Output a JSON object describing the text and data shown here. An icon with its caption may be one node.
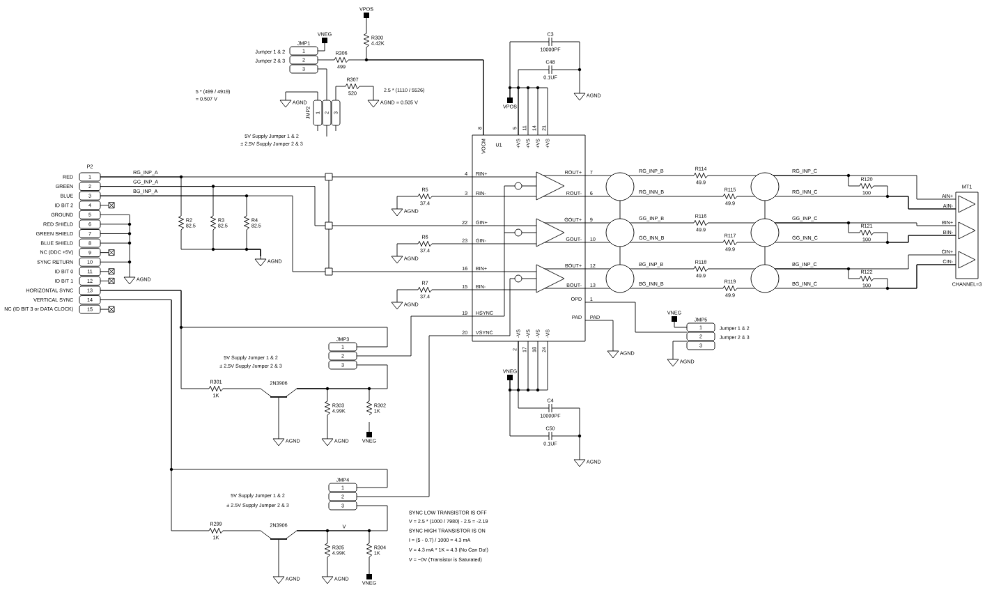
{
  "diagram": {
    "nodes": [
      {
        "text": [
          "VPOS"
        ]
      },
      {
        "text": [
          "R300",
          "4.42K"
        ]
      },
      {
        "text": [
          "JMP1",
          "1",
          "2",
          "3"
        ],
        "beside": [
          "Jumper 1 & 2",
          "Jumper 2 & 3"
        ]
      },
      {
        "text": [
          "VNEG"
        ]
      },
      {
        "text": [
          "R306",
          "499"
        ]
      },
      {
        "text": [
          "JMP2",
          "1",
          "2",
          "3"
        ]
      },
      {
        "text": [
          "AGND"
        ]
      },
      {
        "text": [
          "R307",
          "520"
        ]
      },
      {
        "text": [
          "AGND"
        ]
      },
      {
        "text": [
          "P2",
          "1",
          "2",
          "3",
          "4",
          "5",
          "6",
          "7",
          "8",
          "9",
          "10",
          "11",
          "12",
          "13",
          "14",
          "15"
        ],
        "beside": [
          "RED",
          "GREEN",
          "BLUE",
          "ID BIT 2",
          "GROUND",
          "RED SHIELD",
          "GREEN SHIELD",
          "BLUE SHIELD",
          "NC (DDC +5V)",
          "SYNC RETURN",
          "ID BIT 0",
          "ID BIT 1",
          "HORIZONTAL SYNC",
          "VERTICAL SYNC",
          "NC (ID BIT 3 or DATA CLOCK)"
        ]
      },
      {
        "text": [
          "R2",
          "82.5"
        ]
      },
      {
        "text": [
          "R3",
          "82.5"
        ]
      },
      {
        "text": [
          "R4",
          "82.5"
        ]
      },
      {
        "text": [
          "AGND"
        ]
      },
      {
        "text": [
          "AGND"
        ]
      },
      {
        "text": [
          "U1",
          "VOCM",
          "8",
          "4",
          "RIN+",
          "3",
          "RIN-",
          "22",
          "GIN+",
          "23",
          "GIN-",
          "16",
          "BIN+",
          "15",
          "BIN-",
          "19",
          "HSYNC",
          "20",
          "VSYNC",
          "ROUT+",
          "7",
          "ROUT-",
          "6",
          "GOUT+",
          "9",
          "GOUT-",
          "10",
          "BOUT+",
          "12",
          "BOUT-",
          "13",
          "OPD",
          "1",
          "PAD",
          "PAD",
          "+VS",
          "5",
          "+VS",
          "11",
          "+VS",
          "14",
          "+VS",
          "21",
          "-VS",
          "2",
          "-VS",
          "17",
          "-VS",
          "18",
          "-VS",
          "24"
        ]
      },
      {
        "text": [
          "R5",
          "37.4"
        ]
      },
      {
        "text": [
          "AGND"
        ]
      },
      {
        "text": [
          "R6",
          "37.4"
        ]
      },
      {
        "text": [
          "AGND"
        ]
      },
      {
        "text": [
          "R7",
          "37.4"
        ]
      },
      {
        "text": [
          "AGND"
        ]
      },
      {
        "text": [
          "C3",
          "10000PF"
        ]
      },
      {
        "text": [
          "C48",
          "0.1UF"
        ]
      },
      {
        "text": [
          "VPOS"
        ]
      },
      {
        "text": [
          "AGND"
        ]
      },
      {
        "text": [],
        "shape": "circle"
      },
      {
        "text": [],
        "shape": "circle"
      },
      {
        "text": [],
        "shape": "circle"
      },
      {
        "text": [],
        "shape": "circle"
      },
      {
        "text": [],
        "shape": "circle"
      },
      {
        "text": [],
        "shape": "circle"
      },
      {
        "text": [
          "R114",
          "49.9"
        ]
      },
      {
        "text": [
          "R115",
          "49.9"
        ]
      },
      {
        "text": [
          "R116",
          "49.9"
        ]
      },
      {
        "text": [
          "R117",
          "49.9"
        ]
      },
      {
        "text": [
          "R118",
          "49.9"
        ]
      },
      {
        "text": [
          "R119",
          "49.9"
        ]
      },
      {
        "text": [
          "R120",
          "100"
        ]
      },
      {
        "text": [
          "R121",
          "100"
        ]
      },
      {
        "text": [
          "R122",
          "100"
        ]
      },
      {
        "text": [
          "MT1",
          "AIN+",
          "AIN-",
          "BIN+",
          "BIN-",
          "CIN+",
          "CIN-",
          "CHANNEL=3"
        ]
      },
      {
        "text": [
          "JMP5",
          "1",
          "2",
          "3"
        ],
        "beside": [
          "Jumper 1 & 2",
          "Jumper 2 & 3"
        ]
      },
      {
        "text": [
          "VNEG"
        ]
      },
      {
        "text": [
          "AGND"
        ]
      },
      {
        "text": [
          "AGND"
        ]
      },
      {
        "text": [
          "VNEG"
        ]
      },
      {
        "text": [
          "C4",
          "10000PF"
        ]
      },
      {
        "text": [
          "C50",
          "0.1UF"
        ]
      },
      {
        "text": [
          "AGND"
        ]
      },
      {
        "text": [
          "JMP3",
          "1",
          "2",
          "3"
        ]
      },
      {
        "text": [
          "R301",
          "1K"
        ]
      },
      {
        "text": [
          "2N3906"
        ]
      },
      {
        "text": [
          "R303",
          "4.99K"
        ]
      },
      {
        "text": [
          "R302",
          "1K"
        ]
      },
      {
        "text": [
          "AGND"
        ]
      },
      {
        "text": [
          "AGND"
        ]
      },
      {
        "text": [
          "VNEG"
        ]
      },
      {
        "text": [
          "JMP4",
          "1",
          "2",
          "3"
        ]
      },
      {
        "text": [
          "R299",
          "1K"
        ]
      },
      {
        "text": [
          "2N3906"
        ]
      },
      {
        "text": [
          "R305",
          "4.99K"
        ]
      },
      {
        "text": [
          "R304",
          "1K"
        ]
      },
      {
        "text": [
          "AGND"
        ]
      },
      {
        "text": [
          "AGND"
        ]
      },
      {
        "text": [
          "VNEG"
        ]
      }
    ],
    "edges": [
      {
        "from": 0,
        "to": 1,
        "arrow": "none"
      },
      {
        "from": 1,
        "to": 15,
        "arrow": "none"
      },
      {
        "from": 2,
        "to": 4,
        "arrow": "none"
      },
      {
        "from": 4,
        "to": 15,
        "arrow": "none"
      },
      {
        "from": 3,
        "to": 2,
        "arrow": "none"
      },
      {
        "from": 2,
        "to": 5,
        "arrow": "none"
      },
      {
        "from": 5,
        "to": 6,
        "arrow": "none"
      },
      {
        "from": 5,
        "to": 7,
        "arrow": "none"
      },
      {
        "from": 7,
        "to": 8,
        "arrow": "none"
      },
      {
        "from": 9,
        "to": 15,
        "arrow": "none",
        "label": "RG_INP_A"
      },
      {
        "from": 9,
        "to": 15,
        "arrow": "none",
        "label": "GG_INP_A"
      },
      {
        "from": 9,
        "to": 15,
        "arrow": "none",
        "label": "BG_INP_A"
      },
      {
        "from": 9,
        "to": 10,
        "arrow": "none"
      },
      {
        "from": 9,
        "to": 11,
        "arrow": "none"
      },
      {
        "from": 9,
        "to": 12,
        "arrow": "none"
      },
      {
        "from": 10,
        "to": 13,
        "arrow": "none"
      },
      {
        "from": 11,
        "to": 13,
        "arrow": "none"
      },
      {
        "from": 12,
        "to": 13,
        "arrow": "none"
      },
      {
        "from": 9,
        "to": 14,
        "arrow": "none"
      },
      {
        "from": 16,
        "to": 15,
        "arrow": "none"
      },
      {
        "from": 16,
        "to": 17,
        "arrow": "none"
      },
      {
        "from": 18,
        "to": 15,
        "arrow": "none"
      },
      {
        "from": 18,
        "to": 19,
        "arrow": "none"
      },
      {
        "from": 20,
        "to": 15,
        "arrow": "none"
      },
      {
        "from": 20,
        "to": 21,
        "arrow": "none"
      },
      {
        "from": 24,
        "to": 15,
        "arrow": "none"
      },
      {
        "from": 24,
        "to": 22,
        "arrow": "none"
      },
      {
        "from": 22,
        "to": 25,
        "arrow": "none"
      },
      {
        "from": 15,
        "to": 23,
        "arrow": "none"
      },
      {
        "from": 23,
        "to": 25,
        "arrow": "none"
      },
      {
        "from": 46,
        "to": 15,
        "arrow": "none"
      },
      {
        "from": 15,
        "to": 47,
        "arrow": "none"
      },
      {
        "from": 47,
        "to": 49,
        "arrow": "none"
      },
      {
        "from": 46,
        "to": 48,
        "arrow": "none"
      },
      {
        "from": 48,
        "to": 49,
        "arrow": "none"
      },
      {
        "from": 15,
        "to": 26,
        "arrow": "none"
      },
      {
        "from": 15,
        "to": 26,
        "arrow": "none"
      },
      {
        "from": 26,
        "to": 32,
        "arrow": "none",
        "label": "RG_INP_B"
      },
      {
        "from": 32,
        "to": 29,
        "arrow": "none"
      },
      {
        "from": 26,
        "to": 33,
        "arrow": "none",
        "label": "RG_INN_B"
      },
      {
        "from": 33,
        "to": 29,
        "arrow": "none"
      },
      {
        "from": 29,
        "to": 41,
        "arrow": "none",
        "label": "RG_INP_C"
      },
      {
        "from": 29,
        "to": 41,
        "arrow": "none",
        "label": "RG_INN_C"
      },
      {
        "from": 29,
        "to": 38,
        "arrow": "none"
      },
      {
        "from": 38,
        "to": 41,
        "arrow": "none"
      },
      {
        "from": 15,
        "to": 27,
        "arrow": "none"
      },
      {
        "from": 15,
        "to": 27,
        "arrow": "none"
      },
      {
        "from": 27,
        "to": 34,
        "arrow": "none",
        "label": "GG_INP_B"
      },
      {
        "from": 34,
        "to": 30,
        "arrow": "none"
      },
      {
        "from": 27,
        "to": 35,
        "arrow": "none",
        "label": "GG_INN_B"
      },
      {
        "from": 35,
        "to": 30,
        "arrow": "none"
      },
      {
        "from": 30,
        "to": 41,
        "arrow": "none",
        "label": "GG_INP_C"
      },
      {
        "from": 30,
        "to": 41,
        "arrow": "none",
        "label": "GG_INN_C"
      },
      {
        "from": 30,
        "to": 39,
        "arrow": "none"
      },
      {
        "from": 39,
        "to": 41,
        "arrow": "none"
      },
      {
        "from": 15,
        "to": 28,
        "arrow": "none"
      },
      {
        "from": 15,
        "to": 28,
        "arrow": "none"
      },
      {
        "from": 28,
        "to": 36,
        "arrow": "none",
        "label": "BG_INP_B"
      },
      {
        "from": 36,
        "to": 31,
        "arrow": "none"
      },
      {
        "from": 28,
        "to": 37,
        "arrow": "none",
        "label": "BG_INN_B"
      },
      {
        "from": 37,
        "to": 31,
        "arrow": "none"
      },
      {
        "from": 31,
        "to": 41,
        "arrow": "none",
        "label": "BG_INP_C"
      },
      {
        "from": 31,
        "to": 41,
        "arrow": "none",
        "label": "BG_INN_C"
      },
      {
        "from": 31,
        "to": 40,
        "arrow": "none"
      },
      {
        "from": 40,
        "to": 41,
        "arrow": "none"
      },
      {
        "from": 26,
        "to": 27,
        "arrow": "none"
      },
      {
        "from": 27,
        "to": 28,
        "arrow": "none"
      },
      {
        "from": 29,
        "to": 30,
        "arrow": "none"
      },
      {
        "from": 30,
        "to": 31,
        "arrow": "none"
      },
      {
        "from": 15,
        "to": 42,
        "arrow": "none"
      },
      {
        "from": 43,
        "to": 42,
        "arrow": "none"
      },
      {
        "from": 42,
        "to": 44,
        "arrow": "none"
      },
      {
        "from": 15,
        "to": 45,
        "arrow": "none"
      },
      {
        "from": 9,
        "to": 50,
        "arrow": "none"
      },
      {
        "from": 9,
        "to": 51,
        "arrow": "none"
      },
      {
        "from": 51,
        "to": 52,
        "arrow": "none"
      },
      {
        "from": 52,
        "to": 50,
        "arrow": "none"
      },
      {
        "from": 50,
        "to": 15,
        "arrow": "none"
      },
      {
        "from": 52,
        "to": 53,
        "arrow": "none"
      },
      {
        "from": 52,
        "to": 54,
        "arrow": "none"
      },
      {
        "from": 53,
        "to": 56,
        "arrow": "none"
      },
      {
        "from": 54,
        "to": 57,
        "arrow": "none"
      },
      {
        "from": 52,
        "to": 55,
        "arrow": "none"
      },
      {
        "from": 9,
        "to": 58,
        "arrow": "none"
      },
      {
        "from": 9,
        "to": 59,
        "arrow": "none"
      },
      {
        "from": 59,
        "to": 60,
        "arrow": "none"
      },
      {
        "from": 60,
        "to": 58,
        "arrow": "none"
      },
      {
        "from": 58,
        "to": 15,
        "arrow": "none"
      },
      {
        "from": 60,
        "to": 61,
        "arrow": "none"
      },
      {
        "from": 60,
        "to": 62,
        "arrow": "none"
      },
      {
        "from": 61,
        "to": 64,
        "arrow": "none"
      },
      {
        "from": 62,
        "to": 65,
        "arrow": "none"
      },
      {
        "from": 60,
        "to": 63,
        "arrow": "none"
      }
    ],
    "labels": [
      "5 * (499 / 4919)",
      "= 0.507 V",
      "2.5 * (1110 / 5526)",
      "= 0.505 V",
      "5V Supply Jumper 1 & 2",
      "± 2.5V Supply Jumper 2 & 3",
      "5V Supply Jumper 1 & 2",
      "± 2.5V Supply Jumper 2 & 3",
      "5V Supply Jumper 1 & 2",
      "± 2.5V Supply Jumper 2 & 3",
      "V",
      "SYNC LOW TRANSISTOR IS OFF",
      "V = 2.5 * (1000 / 7980) - 2.5 = -2.19",
      "SYNC HIGH TRANSISTOR IS ON",
      "I = (5 - 0.7) / 1000 = 4.3 mA",
      "V = 4.3 mA * 1K = 4.3 (No Can Do!)",
      "V = ~0V (Transistor is Saturated)"
    ]
  }
}
